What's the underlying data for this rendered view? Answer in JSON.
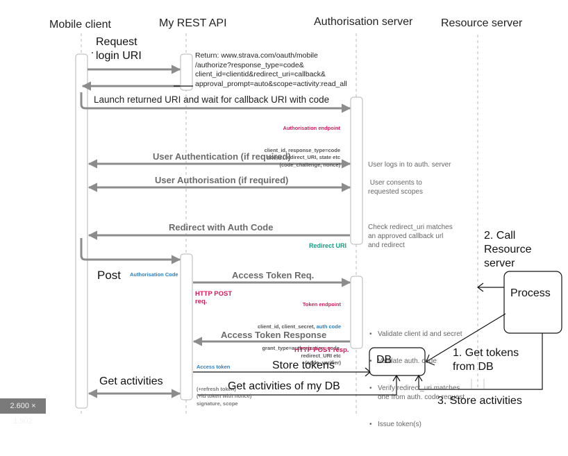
{
  "participants": {
    "mobile_client": "Mobile client",
    "rest_api": "My REST API",
    "auth_server": "Authorisation server",
    "resource_server": "Resource server"
  },
  "messages": {
    "request_login": "Request\nlogin URI",
    "return_uri": "Return: www.strava.com/oauth/mobile\n/authorize?response_type=code&\nclient_id=clientid&redirect_uri=callback&\napproval_prompt=auto&scope=activity:read_all",
    "launch": "Launch returned URI and wait for callback URI with code",
    "auth_endpoint_title": "Authorisation endpoint",
    "auth_endpoint_params": "client_id, response_type=code\nscope, redirect_URI, state etc\n(code_challenge, nonce)",
    "user_authentication": "User Authentication (if required)",
    "user_authorisation": "User Authorisation (if required)",
    "redirect_with_code": "Redirect with Auth Code",
    "redirect_uri_label": "Redirect URI",
    "post": "Post",
    "authorisation_code": "Authorisation Code",
    "access_token_req": "Access Token Req.",
    "http_post_req": "HTTP POST\nreq.",
    "token_endpoint_title": "Token endpoint",
    "token_params_line1": "client_id, client_secret, ",
    "token_params_auth_code": "auth code",
    "token_params_rest": "grant_type=authorization_code,\nredirect_URI etc\n(code_verifier)",
    "access_token_response": "Access Token Response",
    "http_post_resp": "HTTP POST resp.",
    "access_token_title": "Access token",
    "access_token_details": "(+refresh token)\n(+id token with nonce)\nsignature, scope",
    "store_tokens": "Store tokens",
    "get_activities": "Get activities",
    "get_activities_db": "Get activities of my DB"
  },
  "notes": {
    "user_logs_in": "User logs in to auth. server",
    "user_consents": " User consents to\nrequested scopes",
    "check_redirect": "Check redirect_uri matches\nan approved callback url\nand redirect",
    "validation_steps": [
      "Validate client id and secret",
      "Validate auth. code",
      "Verify redirect_uri matches\none from auth. code request",
      "Issue token(s)"
    ]
  },
  "boxes": {
    "db": "DB",
    "process": "Process"
  },
  "annotations": {
    "call_resource": "2. Call\nResource\nserver",
    "get_tokens": "1. Get tokens\nfrom DB",
    "store_activities": "3. Store activities"
  },
  "overlay_badge": "2.600 × 1.902"
}
